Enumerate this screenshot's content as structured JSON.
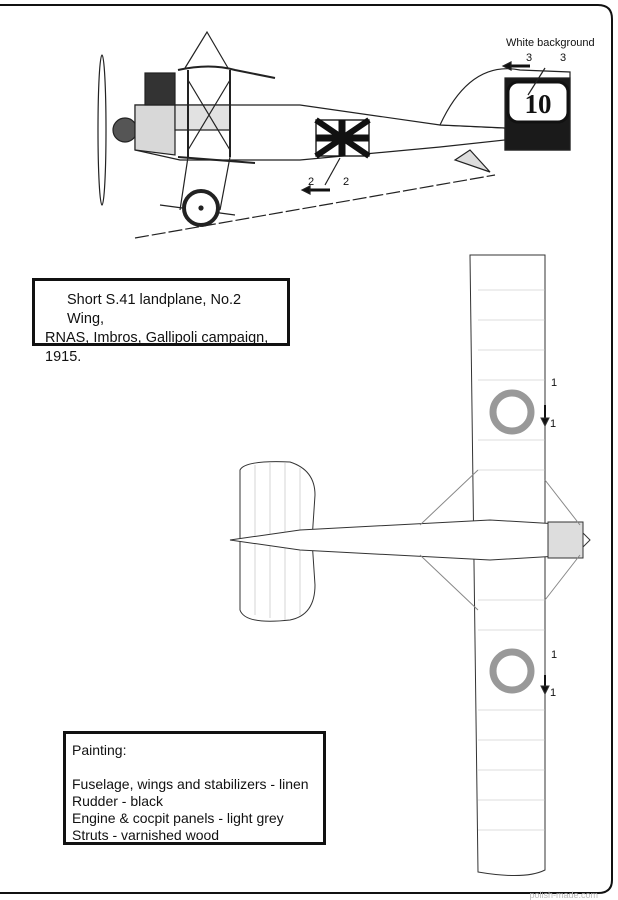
{
  "side_view": {
    "note": "White background",
    "marking_ref_3": [
      "3",
      "3"
    ],
    "marking_ref_2": [
      "2",
      "2"
    ],
    "rudder_number": "10",
    "colors": {
      "rudder": "#111111",
      "linen": "#ffffff",
      "grey": "#d8d8d8"
    }
  },
  "top_view": {
    "marking_ref_1_upper": [
      "1",
      "1"
    ],
    "marking_ref_1_lower": [
      "1",
      "1"
    ]
  },
  "caption": {
    "line1": "Short S.41 landplane, No.2 Wing,",
    "line2": "RNAS, Imbros, Gallipoli campaign,",
    "line3": "1915."
  },
  "painting": {
    "title": "Painting:",
    "items": [
      "Fuselage,  wings and stabilizers - linen",
      "Rudder - black",
      "Engine & cocpit panels - light grey",
      "Struts - varnished wood"
    ]
  },
  "watermark": "polish-made.com"
}
